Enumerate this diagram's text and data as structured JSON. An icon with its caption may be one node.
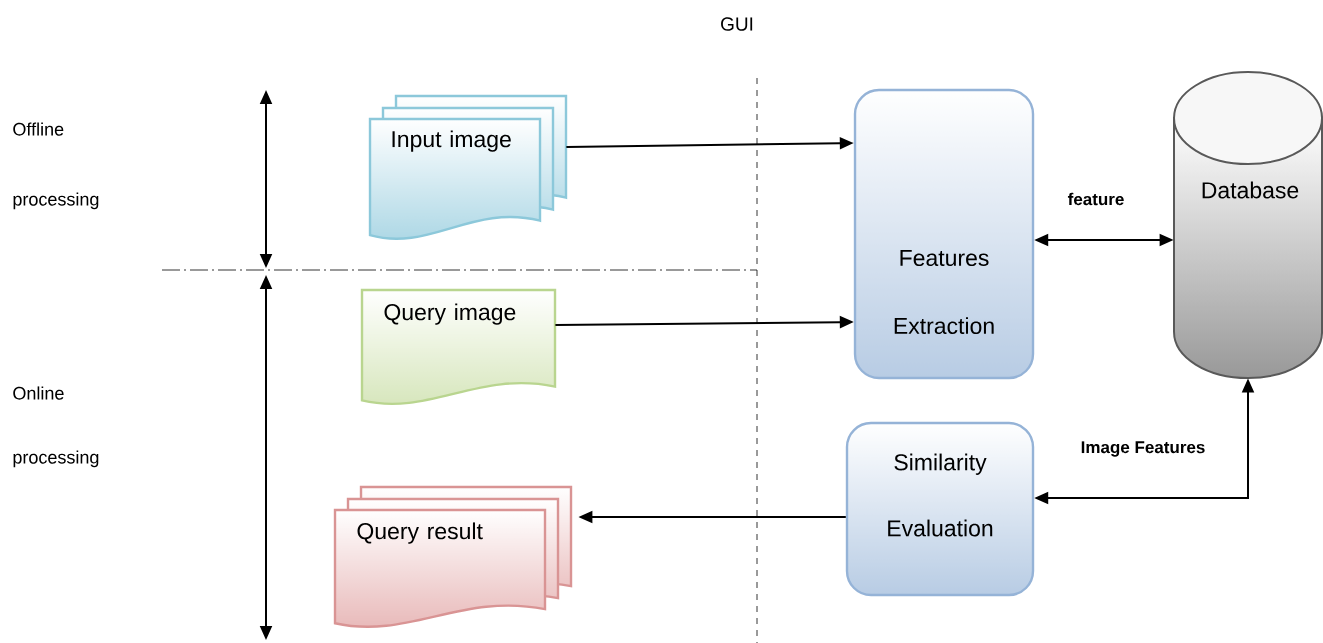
{
  "diagram": {
    "title": "GUI",
    "nodes": [
      {
        "text": [
          "Input image"
        ]
      },
      {
        "text": [
          "Query image"
        ]
      },
      {
        "text": [
          "Query result"
        ]
      },
      {
        "text": [
          "Features Extraction"
        ]
      },
      {
        "text": [
          "Database"
        ]
      },
      {
        "text": [
          "Similarity Evaluation"
        ]
      }
    ],
    "edges": [
      {
        "from": 0,
        "to": 3,
        "arrow": "to"
      },
      {
        "from": 1,
        "to": 3,
        "arrow": "to"
      },
      {
        "from": 3,
        "to": 4,
        "arrow": "both",
        "label": "feature"
      },
      {
        "from": 4,
        "to": 5,
        "arrow": "both",
        "label": "Image Features"
      },
      {
        "from": 5,
        "to": 2,
        "arrow": "to"
      }
    ],
    "labels": [
      "Offline processing",
      "Online processing"
    ]
  }
}
